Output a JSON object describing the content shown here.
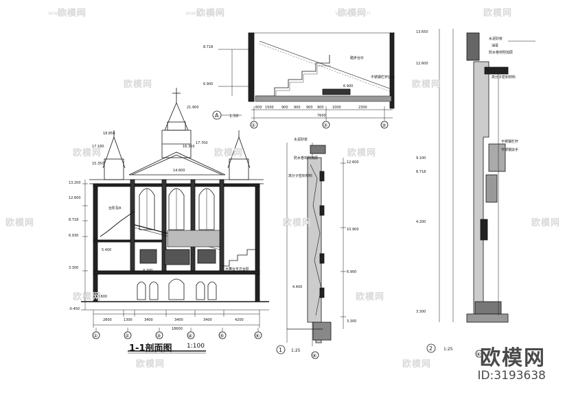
{
  "watermark": {
    "brand_cn": "欧模网",
    "url": "www.om.cn",
    "id_label": "ID:3193638"
  },
  "section": {
    "title": "1-1剖面图",
    "scale": "1:100",
    "elevations": [
      "18.850",
      "17.180",
      "15.350",
      "21.900",
      "17.700",
      "16.350",
      "14.600",
      "13.200",
      "12.600",
      "8.718",
      "6.930",
      "5.400",
      "3.300",
      "4.200",
      "-0.600",
      "-0.450"
    ],
    "dims_bottom": [
      "2800",
      "1300",
      "3400",
      "3400",
      "3400",
      "4200"
    ],
    "dims_total": "18600",
    "axes": [
      "①",
      "②",
      "③",
      "④",
      "⑤",
      "⑥"
    ],
    "labels": {
      "stage_platform": "台阶及A",
      "stage_note": "大舞台平方台阶"
    }
  },
  "detailA": {
    "marker": "A",
    "scale": "1:50",
    "label_step": "踏步台价",
    "label_note": "不锈钢栏杆扶手",
    "elevations": [
      "8.718",
      "6.900",
      "6.900"
    ],
    "dims": [
      "600",
      "1500",
      "900",
      "900",
      "900",
      "900",
      "1000",
      "2300"
    ],
    "dims_total": "7600",
    "axes": [
      "①",
      "②",
      "③"
    ]
  },
  "detail1": {
    "marker": "1",
    "scale": "1:25",
    "labels": [
      "水泥砂浆",
      "防水卷材附加层",
      "高分子密封材料"
    ],
    "elevations": [
      "12.600",
      "10.900",
      "6.900",
      "4.400",
      "3.300"
    ],
    "axis": "⑥"
  },
  "detail2": {
    "marker": "2",
    "scale": "1:25",
    "labels": [
      "水泥砂浆",
      "油膏",
      "防水卷材附加层",
      "高分子密封材料",
      "不锈钢栏杆",
      "不锈钢扶手"
    ],
    "elevations": [
      "13.650",
      "12.600",
      "9.100",
      "8.718",
      "4.200",
      "3.300"
    ],
    "axis": "⑥"
  }
}
